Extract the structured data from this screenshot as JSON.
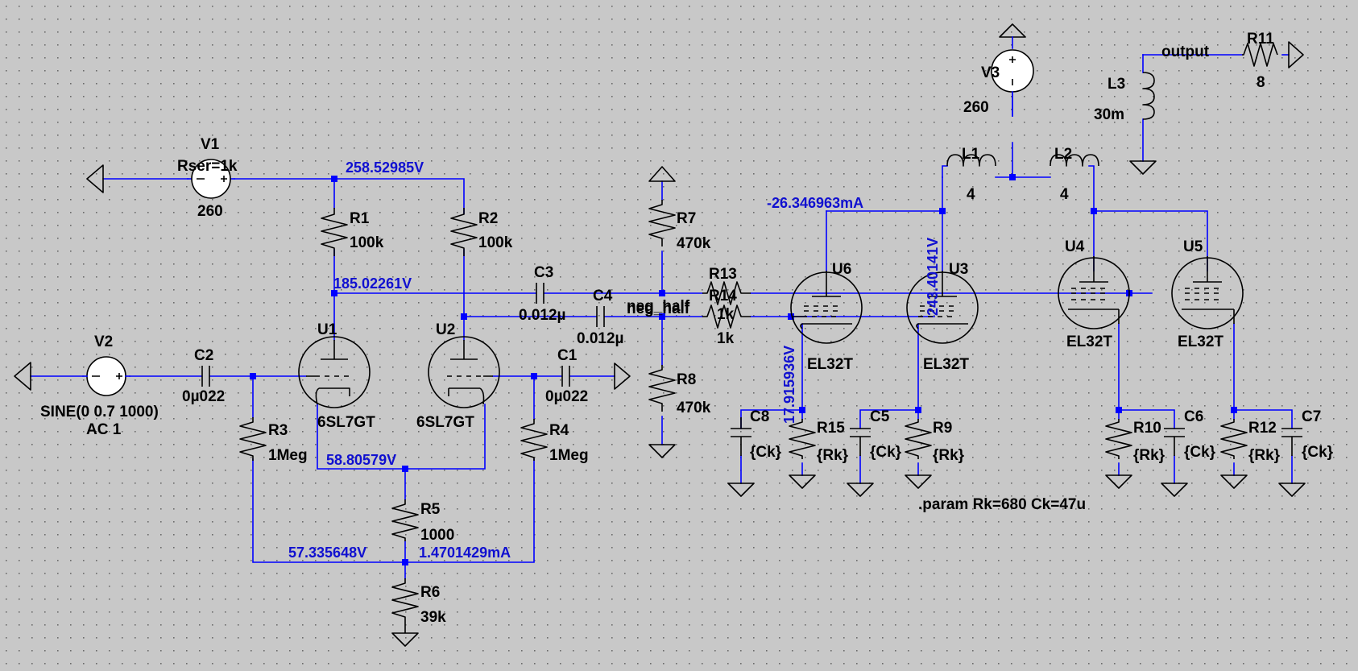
{
  "colors": {
    "background": "#c8c8c8",
    "wire": "#0000ff",
    "symbol": "#000000",
    "annotation": "#1010d0"
  },
  "components": {
    "V1": {
      "name": "V1",
      "value": "260",
      "param": "Rser=1k"
    },
    "V2": {
      "name": "V2",
      "value": "SINE(0 0.7 1000)",
      "param": "AC 1"
    },
    "V3": {
      "name": "V3",
      "value": "260"
    },
    "R1": {
      "name": "R1",
      "value": "100k"
    },
    "R2": {
      "name": "R2",
      "value": "100k"
    },
    "R3": {
      "name": "R3",
      "value": "1Meg"
    },
    "R4": {
      "name": "R4",
      "value": "1Meg"
    },
    "R5": {
      "name": "R5",
      "value": "1000"
    },
    "R6": {
      "name": "R6",
      "value": "39k"
    },
    "R7": {
      "name": "R7",
      "value": "470k"
    },
    "R8": {
      "name": "R8",
      "value": "470k"
    },
    "R9": {
      "name": "R9",
      "value": "{Rk}"
    },
    "R10": {
      "name": "R10",
      "value": "{Rk}"
    },
    "R11": {
      "name": "R11",
      "value": "8"
    },
    "R12": {
      "name": "R12",
      "value": "{Rk}"
    },
    "R13": {
      "name": "R13",
      "value": "1k"
    },
    "R14": {
      "name": "R14",
      "value": "1k"
    },
    "R15": {
      "name": "R15",
      "value": "{Rk}"
    },
    "C1": {
      "name": "C1",
      "value": "0µ022"
    },
    "C2": {
      "name": "C2",
      "value": "0µ022"
    },
    "C3": {
      "name": "C3",
      "value": "0.012µ"
    },
    "C4": {
      "name": "C4",
      "value": "0.012µ"
    },
    "C5": {
      "name": "C5",
      "value": "{Ck}"
    },
    "C6": {
      "name": "C6",
      "value": "{Ck}"
    },
    "C7": {
      "name": "C7",
      "value": "{Ck}"
    },
    "C8": {
      "name": "C8",
      "value": "{Ck}"
    },
    "L1": {
      "name": "L1",
      "value": "4"
    },
    "L2": {
      "name": "L2",
      "value": "4"
    },
    "L3": {
      "name": "L3",
      "value": "30m"
    },
    "U1": {
      "name": "U1",
      "value": "6SL7GT"
    },
    "U2": {
      "name": "U2",
      "value": "6SL7GT"
    },
    "U3": {
      "name": "U3",
      "value": "EL32T"
    },
    "U4": {
      "name": "U4",
      "value": "EL32T"
    },
    "U5": {
      "name": "U5",
      "value": "EL32T"
    },
    "U6": {
      "name": "U6",
      "value": "EL32T"
    }
  },
  "net_labels": {
    "output": "output",
    "neg_half_1": "neg_half",
    "neg_half_2": "neg_half"
  },
  "directive": ".param Rk=680 Ck=47u",
  "annotations": {
    "supply_node": "258.52985V",
    "u1_plate": "185.02261V",
    "cathode_node": "58.80579V",
    "tail_node": "57.335648V",
    "tail_current": "1.4701429mA",
    "u6_plate_current": "-26.346963mA",
    "u3_plate": "243.40141V",
    "u6_cathode": "17.915936V"
  }
}
